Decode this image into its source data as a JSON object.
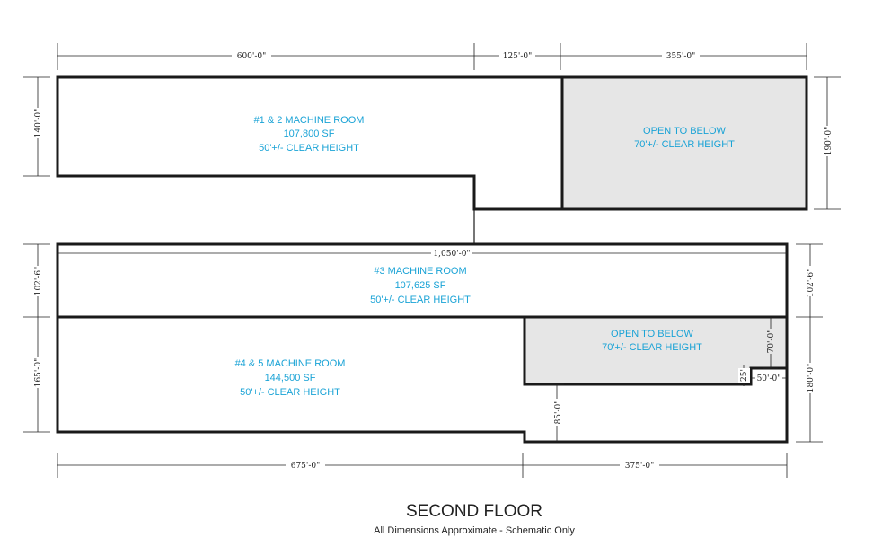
{
  "title": "SECOND FLOOR",
  "subtitle": "All Dimensions Approximate - Schematic Only",
  "colors": {
    "room_text": "#1aa3d6",
    "open_fill": "#e6e6e6",
    "wall": "#1a1a1a"
  },
  "dimensions": {
    "top_left": "600'-0\"",
    "top_mid": "125'-0\"",
    "top_right": "355'-0\"",
    "left_upper": "140'-0\"",
    "right_upper": "190'-0\"",
    "middle_width": "1,050'-0\"",
    "left_mid": "102'-6\"",
    "right_mid": "102'-6\"",
    "left_lower": "165'-0\"",
    "right_lower": "180'-0\"",
    "open_height": "70'-0\"",
    "step_height": "25'",
    "step_width": "50'-0\"",
    "notch_depth": "85'-0\"",
    "bottom_left": "675'-0\"",
    "bottom_right": "375'-0\""
  },
  "rooms": {
    "machine_room_1_2": {
      "name": "#1 & 2 MACHINE ROOM",
      "area": "107,800 SF",
      "height": "50'+/- CLEAR HEIGHT"
    },
    "open_upper": {
      "name": "OPEN TO BELOW",
      "height": "70'+/- CLEAR HEIGHT"
    },
    "machine_room_3": {
      "name": "#3 MACHINE ROOM",
      "area": "107,625 SF",
      "height": "50'+/- CLEAR HEIGHT"
    },
    "machine_room_4_5": {
      "name": "#4 & 5 MACHINE ROOM",
      "area": "144,500 SF",
      "height": "50'+/- CLEAR HEIGHT"
    },
    "open_lower": {
      "name": "OPEN TO BELOW",
      "height": "70'+/- CLEAR HEIGHT"
    }
  }
}
